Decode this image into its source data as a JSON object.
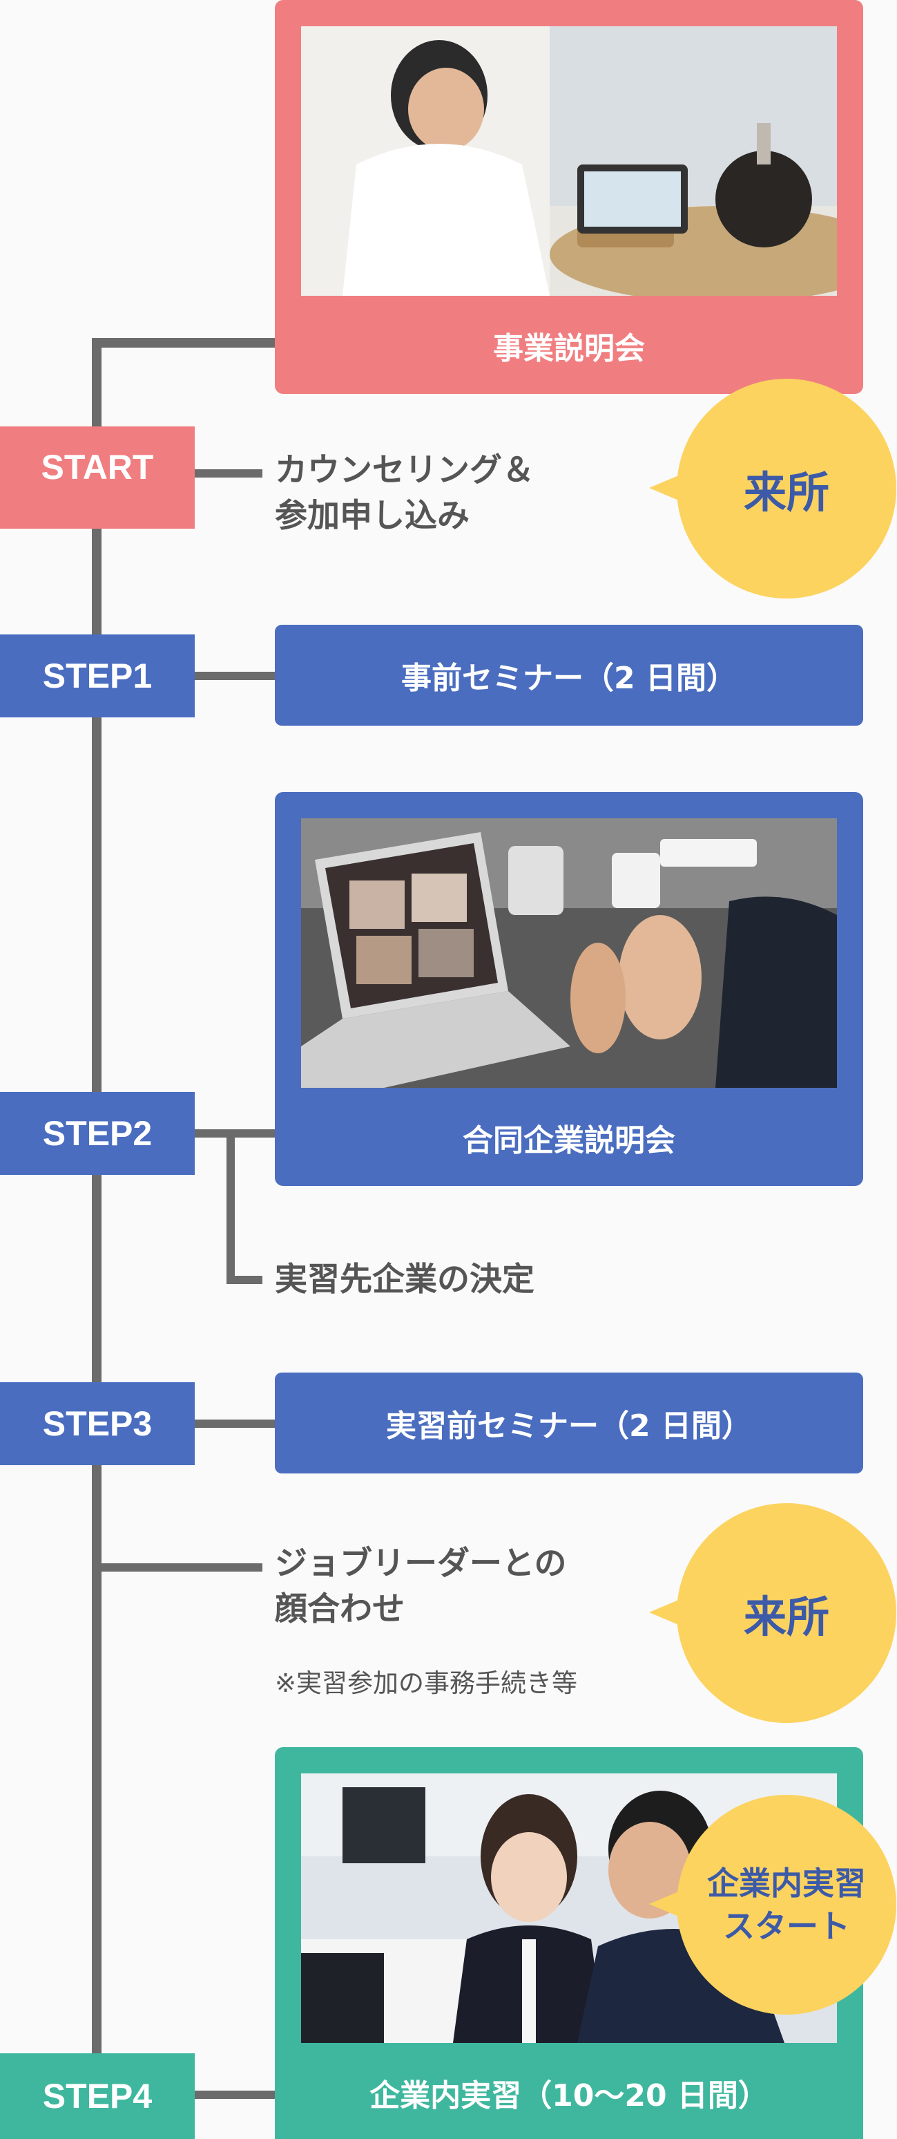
{
  "steps": {
    "start": "START",
    "step1": "STEP1",
    "step2": "STEP2",
    "step3": "STEP3",
    "step4": "STEP4"
  },
  "info_session": {
    "caption": "事業説明会"
  },
  "counseling": {
    "line1": "カウンセリング＆",
    "line2": "参加申し込み",
    "bubble": "来所"
  },
  "pre_seminar": {
    "label": "事前セミナー（2 日間）"
  },
  "joint_session": {
    "caption": "合同企業説明会"
  },
  "decision": {
    "label": "実習先企業の決定"
  },
  "pre_training_seminar": {
    "label": "実習前セミナー（2 日間）"
  },
  "meeting": {
    "line1": "ジョブリーダーとの",
    "line2": "顔合わせ",
    "note": "※実習参加の事務手続き等",
    "bubble": "来所"
  },
  "internship": {
    "caption": "企業内実習（10〜20 日間）",
    "bubble_line1": "企業内実習",
    "bubble_line2": "スタート"
  },
  "colors": {
    "pink": "#f07e80",
    "blue": "#4a6dc0",
    "green": "#3fb79e",
    "yellow": "#fcd35f",
    "line": "#6b6b6b"
  }
}
